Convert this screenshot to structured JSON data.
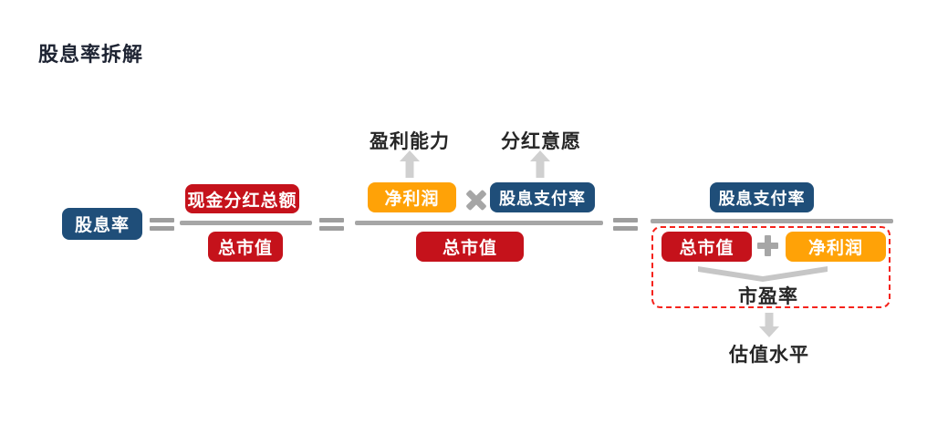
{
  "title": "股息率拆解",
  "diagram": {
    "lhs": "股息率",
    "f1": {
      "numerator": "现金分红总额",
      "denominator": "总市值"
    },
    "f2": {
      "annotation_left": "盈利能力",
      "annotation_right": "分红意愿",
      "numerator_left": "净利润",
      "numerator_right": "股息支付率",
      "denominator": "总市值"
    },
    "f3": {
      "numerator": "股息支付率",
      "denominator_left": "总市值",
      "denominator_right": "净利润",
      "pe_label": "市盈率",
      "conclusion": "估值水平"
    }
  },
  "icons": {
    "multiply": "×",
    "plus": "✚",
    "up_arrow": "↑",
    "down_arrow": "↓",
    "chevron_down": "∨"
  },
  "colors": {
    "navy": "#1F4E79",
    "red": "#C5121B",
    "orange": "#FFA207",
    "bar_gray": "#A6A6A6",
    "arrow_gray": "#D0D0D0",
    "chevron_gray": "#C6C6C6",
    "dashed_border_red": "#F5221B",
    "title_text": "#1E2433",
    "label_text": "#262626"
  }
}
